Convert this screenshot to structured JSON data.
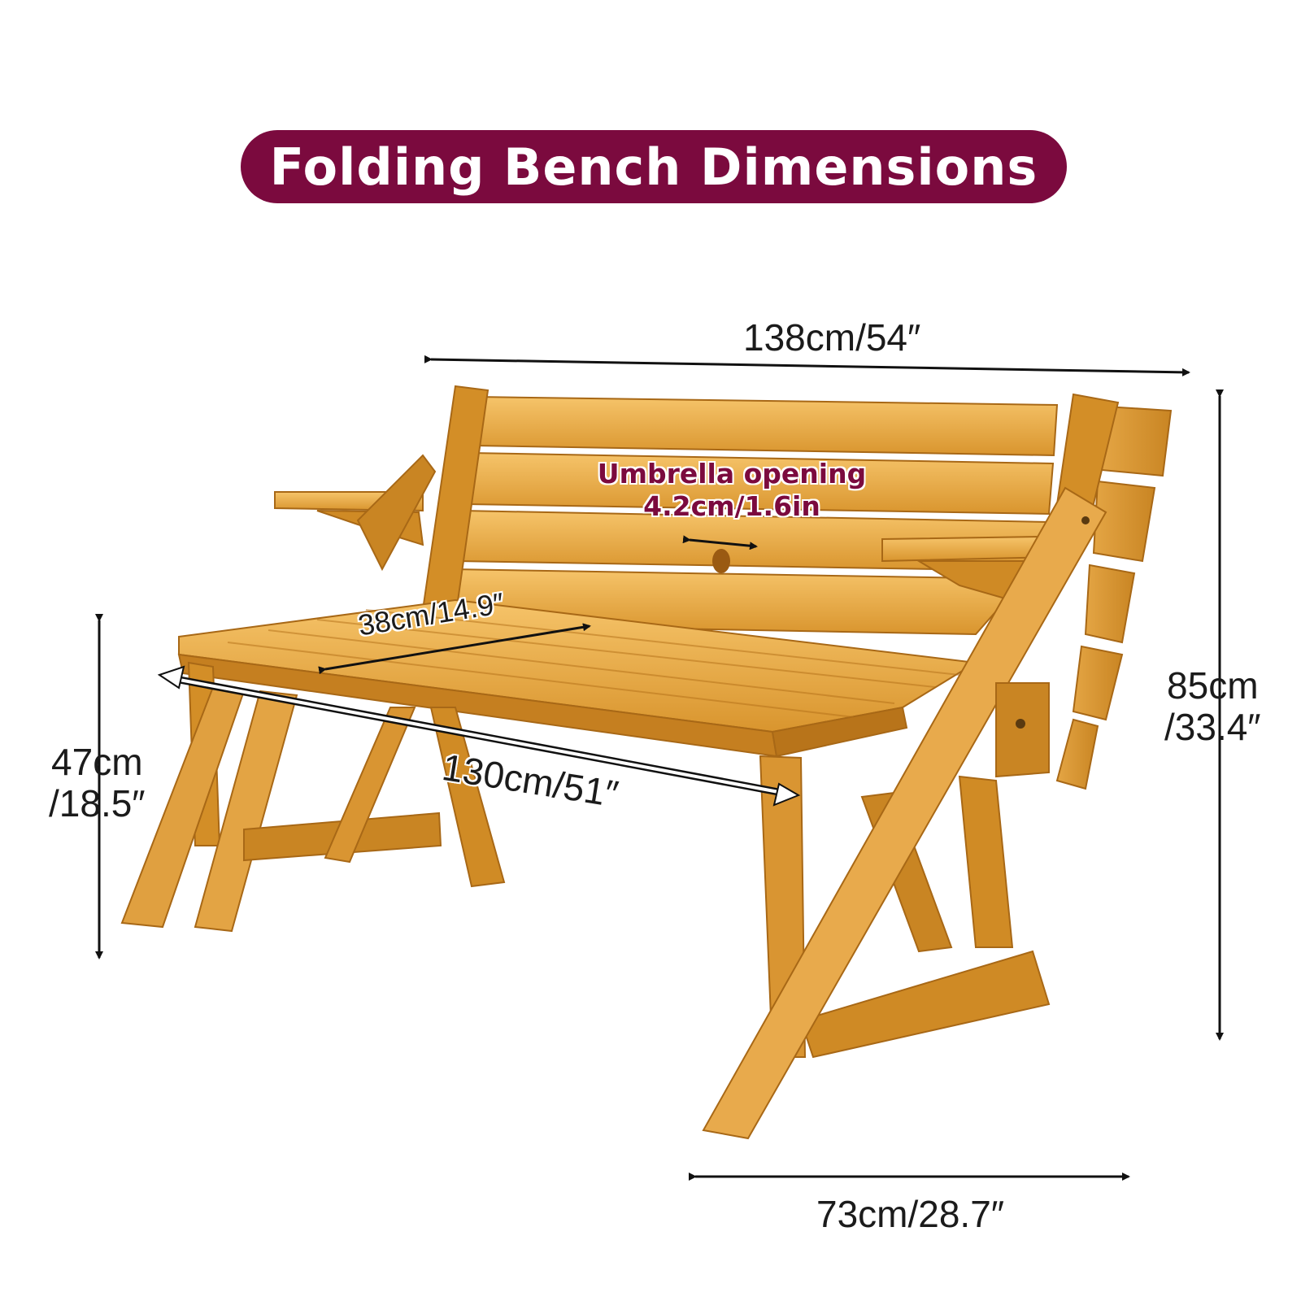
{
  "title": "Folding Bench Dimensions",
  "dimensions": {
    "overall_width": "138cm/54″",
    "height_top": "85cm",
    "height_bottom": "/33.4″",
    "seat_height_top": "47cm",
    "seat_height_bottom": "/18.5″",
    "seat_depth": "38cm/14.9″",
    "seat_length": "130cm/51″",
    "base_depth": "73cm/28.7″"
  },
  "umbrella": {
    "line1": "Umbrella opening",
    "line2": "4.2cm/1.6in"
  },
  "colors": {
    "accent": "#7b0a3e",
    "wood_light": "#f0b85a",
    "wood_mid": "#d9952e",
    "wood_dark": "#b06f1a",
    "arrow": "#111111"
  }
}
